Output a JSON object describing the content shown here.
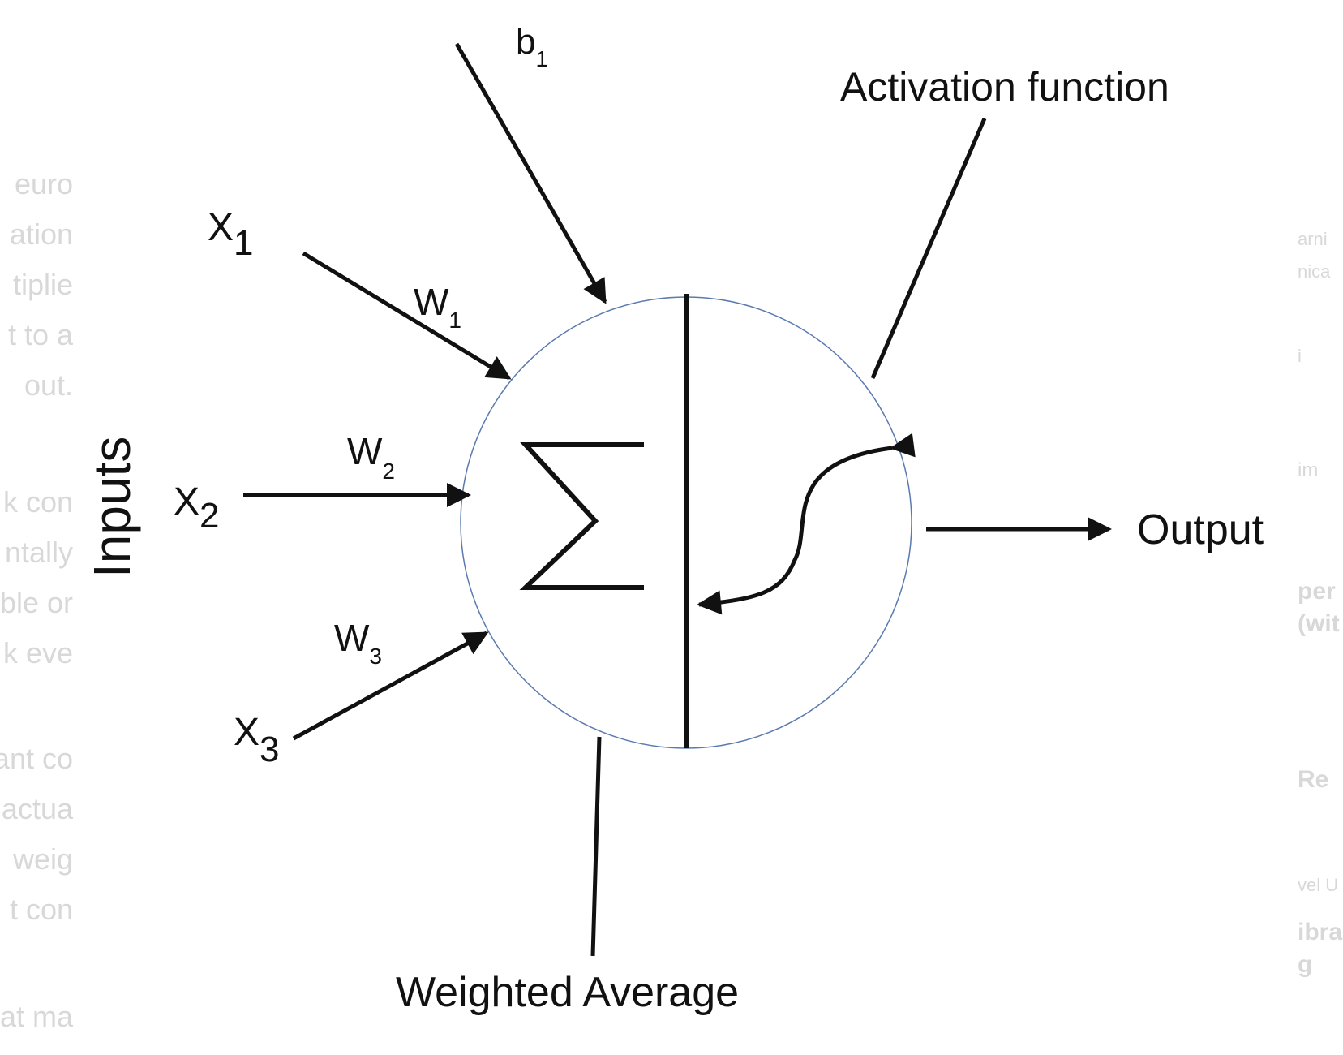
{
  "diagram": {
    "bias_main": "b",
    "bias_sub": "1",
    "x1_main": "X",
    "x1_sub": "1",
    "x2_main": "X",
    "x2_sub": "2",
    "x3_main": "X",
    "x3_sub": "3",
    "w1_main": "W",
    "w1_sub": "1",
    "w2_main": "W",
    "w2_sub": "2",
    "w3_main": "W",
    "w3_sub": "3",
    "inputs_label": "Inputs",
    "activation_label": "Activation function",
    "output_label": "Output",
    "weighted_average_label": "Weighted Average",
    "sigma_symbol": "Σ"
  },
  "background_fragments": {
    "left": [
      "euro",
      "ation",
      "tiplie",
      "t to a",
      "out.",
      "k con",
      "ntally",
      "ble or",
      "k eve",
      "ant co",
      "actua",
      "weig",
      "t con",
      "at ma"
    ],
    "right": [
      "arni",
      "nica",
      "i",
      "im",
      "per",
      "(wit",
      "Re",
      "vel U",
      "ibra",
      "g"
    ]
  },
  "colors": {
    "stroke": "#111111",
    "circle_outline": "#5b7bb0",
    "faded_text": "#d8d8d8"
  }
}
